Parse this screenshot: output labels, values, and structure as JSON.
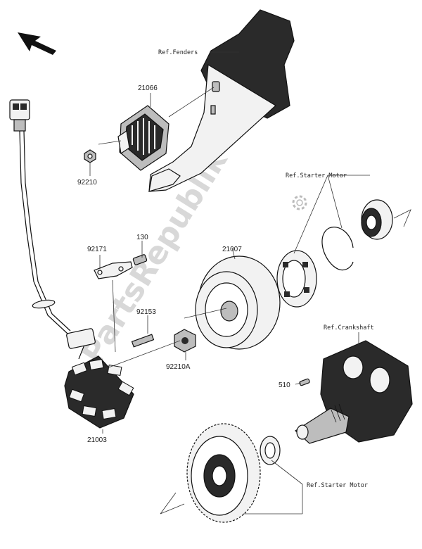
{
  "labels": {
    "ref_fenders": "Ref.Fenders",
    "ref_starter_motor_top": "Ref.Starter Motor",
    "ref_crankshaft": "Ref.Crankshaft",
    "ref_starter_motor_bottom": "Ref.Starter Motor",
    "p21066": "21066",
    "p92210": "92210",
    "p92171": "92171",
    "p130": "130",
    "p21007": "21007",
    "p92153": "92153",
    "p92210A": "92210A",
    "p510": "510",
    "p21003": "21003"
  },
  "watermark": "PartsRepublik",
  "colors": {
    "line": "#111111",
    "fill_light": "#f2f2f2",
    "fill_mid": "#bdbdbd",
    "fill_dark": "#2a2a2a",
    "watermark": "#d8d8d8"
  },
  "icons": {
    "direction": "arrow-up-left-icon",
    "logo": "gear-icon"
  }
}
